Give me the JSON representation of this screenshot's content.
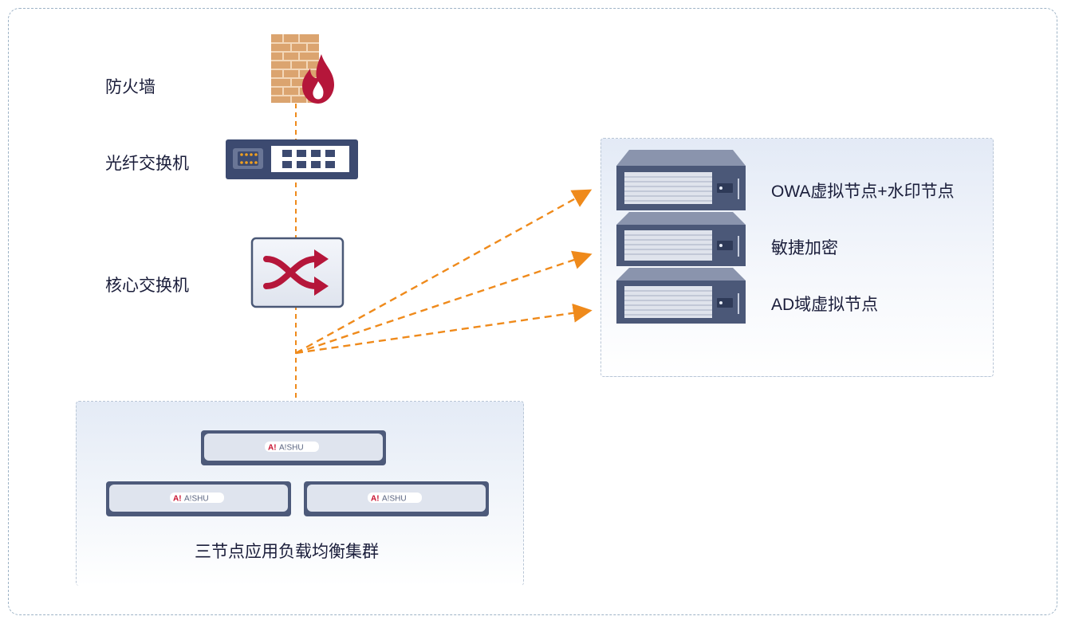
{
  "nodes": {
    "firewall": "防火墙",
    "fiber_switch": "光纤交换机",
    "core_switch": "核心交换机"
  },
  "right_panel": {
    "items": [
      "OWA虚拟节点+水印节点",
      "敏捷加密",
      "AD域虚拟节点"
    ]
  },
  "cluster": {
    "caption": "三节点应用负载均衡集群",
    "appliance_brand": "A!SHU"
  },
  "colors": {
    "frame_border": "#9db3c6",
    "connector_orange": "#ef8a1b",
    "navy": "#3b4a6e",
    "accent_red": "#b5163a",
    "brick": "#d9a06a"
  }
}
